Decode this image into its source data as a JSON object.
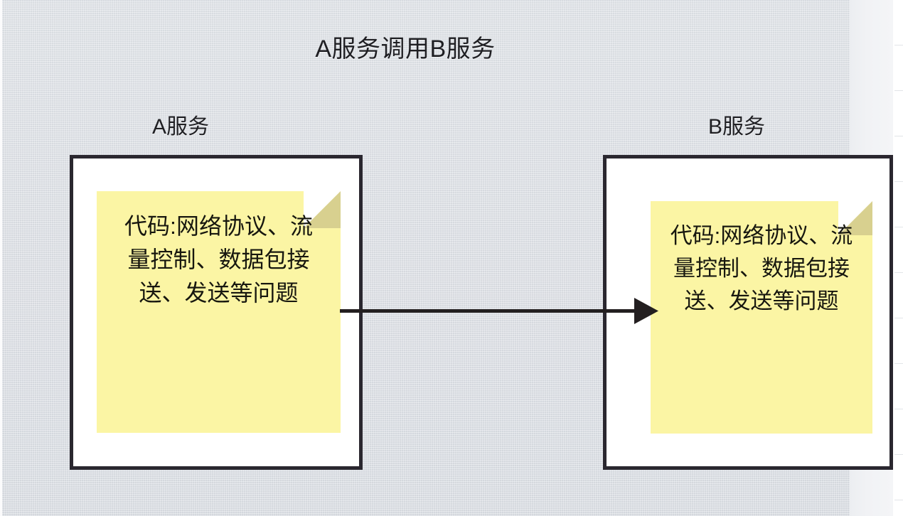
{
  "diagram": {
    "title": "A服务调用B服务",
    "nodes": [
      {
        "id": "service-a",
        "label": "A服务",
        "note": "代码:网络协议、流量控制、数据包接送、发送等问题"
      },
      {
        "id": "service-b",
        "label": "B服务",
        "note": "代码:网络协议、流量控制、数据包接送、发送等问题"
      }
    ],
    "connector": {
      "id": "call-arrow",
      "from": "service-a",
      "to": "service-b",
      "direction": "right",
      "label": ""
    }
  },
  "colors": {
    "background": "#dde1e6",
    "box_border": "#2a272f",
    "box_fill": "#ffffff",
    "note_fill": "#fbf5a4",
    "note_fold": "#d8d08f",
    "text": "#1f1f23",
    "arrow": "#231f20",
    "right_panel": "#f1f2f5"
  }
}
